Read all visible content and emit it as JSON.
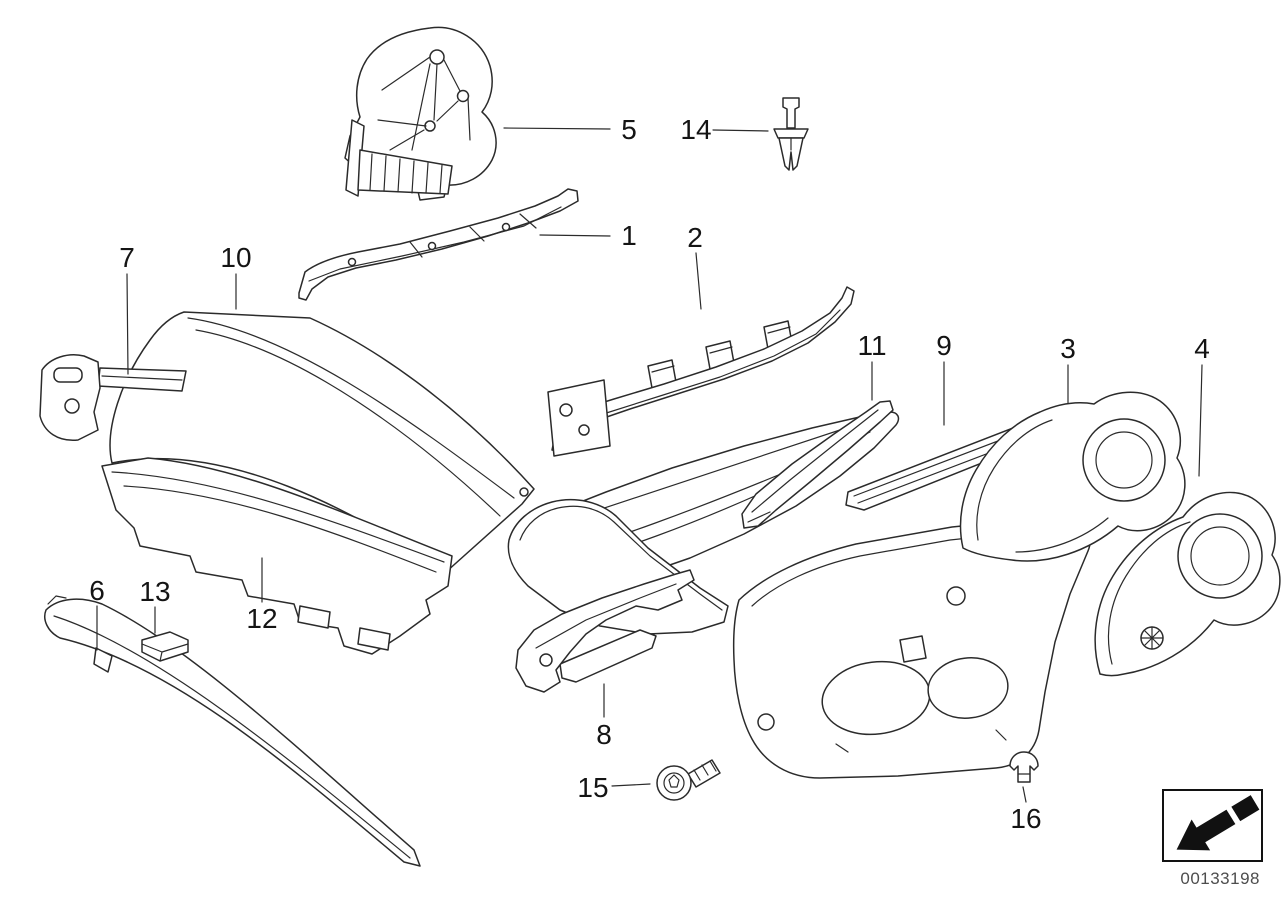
{
  "diagram": {
    "background_color": "#ffffff",
    "line_color": "#2b2b2b",
    "doc_number": "00133198",
    "callouts": [
      {
        "label": "1"
      },
      {
        "label": "2"
      },
      {
        "label": "3"
      },
      {
        "label": "4"
      },
      {
        "label": "5"
      },
      {
        "label": "6"
      },
      {
        "label": "7"
      },
      {
        "label": "8"
      },
      {
        "label": "9"
      },
      {
        "label": "10"
      },
      {
        "label": "11"
      },
      {
        "label": "12"
      },
      {
        "label": "13"
      },
      {
        "label": "14"
      },
      {
        "label": "15"
      },
      {
        "label": "16"
      }
    ],
    "nav_box": {
      "icon": "direction-arrow",
      "arrow_color": "#111111"
    }
  }
}
